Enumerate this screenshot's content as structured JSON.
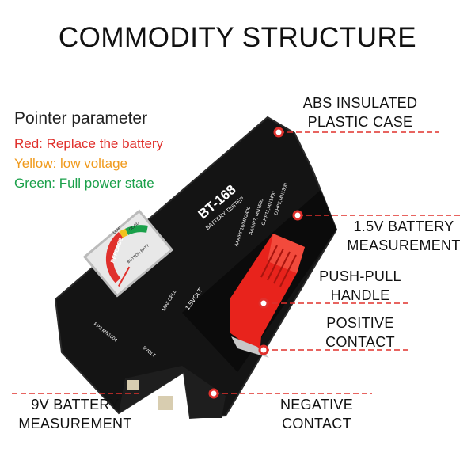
{
  "title": "COMMODITY STRUCTURE",
  "legend": {
    "heading": "Pointer parameter",
    "items": [
      {
        "text": "Red: Replace the battery",
        "color": "#e0302c"
      },
      {
        "text": "Yellow: low voltage",
        "color": "#f09a1c"
      },
      {
        "text": "Green: Full power state",
        "color": "#1aa04a"
      }
    ]
  },
  "callouts": {
    "case": [
      "ABS INSULATED",
      "PLASTIC CASE"
    ],
    "v15": [
      "1.5V BATTERY",
      "MEASUREMENT"
    ],
    "handle": [
      "PUSH-PULL",
      "HANDLE"
    ],
    "positive": [
      "POSITIVE",
      "CONTACT"
    ],
    "negative": [
      "NEGATIVE",
      "CONTACT"
    ],
    "v9": [
      "9V BATTERY",
      "MEASUREMENT"
    ]
  },
  "device": {
    "model": "BT-168",
    "subtitle": "BATTERY TESTER",
    "slots": [
      "AAA/HP16/MN2400",
      "AA/HP7, MN1500",
      "C,HP11,MN1400",
      "D,HP2,MN1300"
    ],
    "meter": {
      "replace": "REPLACE",
      "low": "LOW",
      "good": "GOOD",
      "button": "BUTTON BATT"
    },
    "mini_cell": "MINI CELL",
    "volt15": "1.5VOLT",
    "pp3": "PP3 MN1604",
    "volt9": "9VOLT"
  },
  "colors": {
    "accent": "#e0302c",
    "body": "#111111",
    "handle": "#e8231c"
  }
}
